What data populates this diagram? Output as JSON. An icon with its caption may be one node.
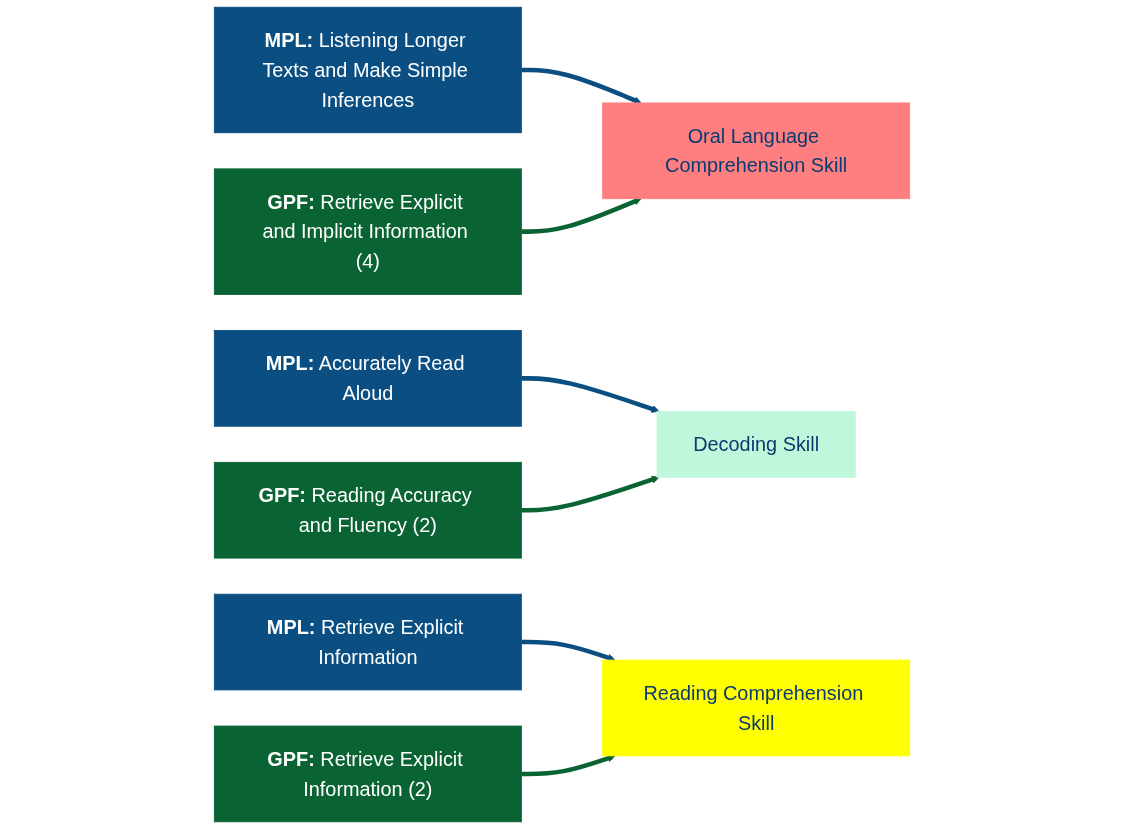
{
  "diagram": {
    "nodes": [
      {
        "text": [
          "**MPL:** Listening Longer Texts and Make Simple Inferences"
        ]
      },
      {
        "text": [
          "Oral Language Comprehension Skill"
        ]
      },
      {
        "text": [
          "**GPF:** Retrieve Explicit and Implicit Information (4)"
        ]
      },
      {
        "text": [
          "**MPL:** Accurately Read Aloud"
        ]
      },
      {
        "text": [
          "Decoding Skill"
        ]
      },
      {
        "text": [
          "**GPF:** Reading Accuracy and Fluency (2)"
        ]
      },
      {
        "text": [
          "**MPL:** Retrieve Explicit Information"
        ]
      },
      {
        "text": [
          "Reading Comprehension Skill"
        ]
      },
      {
        "text": [
          "**GPF:** Retrieve Explicit Information (2)"
        ]
      }
    ],
    "edges": [
      {
        "from": 0,
        "to": 1,
        "arrow": "to",
        "color": "#0b4f82"
      },
      {
        "from": 2,
        "to": 1,
        "arrow": "to",
        "color": "#0a6332"
      },
      {
        "from": 3,
        "to": 4,
        "arrow": "to",
        "color": "#0b4f82"
      },
      {
        "from": 5,
        "to": 4,
        "arrow": "to",
        "color": "#0a6332"
      },
      {
        "from": 6,
        "to": 7,
        "arrow": "to",
        "color": "#0b4f82"
      },
      {
        "from": 8,
        "to": 7,
        "arrow": "to",
        "color": "#0a6332"
      }
    ]
  }
}
